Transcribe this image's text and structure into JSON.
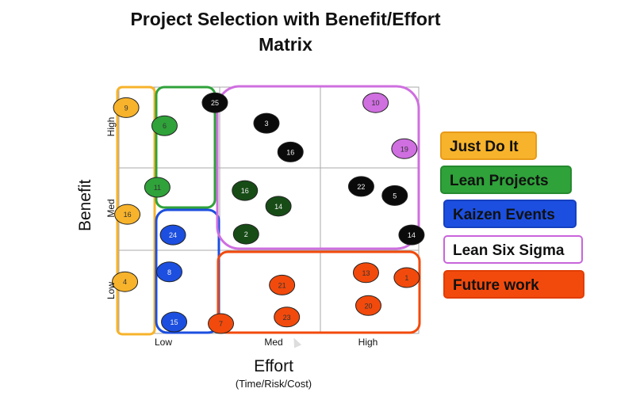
{
  "title": {
    "line1": "Project Selection with Benefit/Effort",
    "line2": "Matrix"
  },
  "axes": {
    "y_label": "Benefit",
    "y_ticks": [
      "High",
      "Med",
      "Low"
    ],
    "x_label": "Effort",
    "x_sublabel": "(Time/Risk/Cost)",
    "x_ticks": [
      "Low",
      "Med",
      "High"
    ]
  },
  "colors": {
    "just_do_it": "#f7b32b",
    "lean_projects": "#2fa23a",
    "kaizen_events": "#1c4fe0",
    "lean_six_sigma": "#cf6fe0",
    "future_work": "#f24a0c",
    "black": "#0a0a0a",
    "dark_green": "#174c17"
  },
  "legend": [
    {
      "label": "Just Do It",
      "bg": "#f7b32b",
      "border": "#e89a1a"
    },
    {
      "label": "Lean Projects",
      "bg": "#2fa23a",
      "border": "#268a2f"
    },
    {
      "label": "Kaizen Events",
      "bg": "#1c4fe0",
      "border": "#1540c0"
    },
    {
      "label": "Lean Six Sigma",
      "bg": "#ffffff",
      "border": "#c964dc"
    },
    {
      "label": "Future work",
      "bg": "#f24a0c",
      "border": "#e03e06"
    }
  ],
  "projects": [
    {
      "id": "9",
      "color": "#f7b32b",
      "effort": 0.06,
      "benefit": 2.75
    },
    {
      "id": "16",
      "color": "#f7b32b",
      "effort": 0.07,
      "benefit": 1.45
    },
    {
      "id": "4",
      "color": "#f7b32b",
      "effort": 0.05,
      "benefit": 0.63
    },
    {
      "id": "6",
      "color": "#2fa23a",
      "effort": 0.38,
      "benefit": 2.53
    },
    {
      "id": "11",
      "color": "#2fa23a",
      "effort": 0.32,
      "benefit": 1.78
    },
    {
      "id": "24",
      "color": "#1c4fe0",
      "effort": 0.45,
      "benefit": 1.2
    },
    {
      "id": "8",
      "color": "#1c4fe0",
      "effort": 0.42,
      "benefit": 0.75
    },
    {
      "id": "15",
      "color": "#1c4fe0",
      "effort": 0.46,
      "benefit": 0.14
    },
    {
      "id": "25",
      "color": "#0a0a0a",
      "effort": 0.8,
      "benefit": 2.81
    },
    {
      "id": "3",
      "color": "#0a0a0a",
      "effort": 1.23,
      "benefit": 2.56
    },
    {
      "id": "16",
      "color": "#0a0a0a",
      "effort": 1.43,
      "benefit": 2.21
    },
    {
      "id": "10",
      "color": "#cf6fe0",
      "effort": 2.14,
      "benefit": 2.81
    },
    {
      "id": "19",
      "color": "#cf6fe0",
      "effort": 2.38,
      "benefit": 2.25
    },
    {
      "id": "16",
      "color": "#174c17",
      "effort": 1.05,
      "benefit": 1.74
    },
    {
      "id": "14",
      "color": "#174c17",
      "effort": 1.33,
      "benefit": 1.55
    },
    {
      "id": "2",
      "color": "#174c17",
      "effort": 1.06,
      "benefit": 1.21
    },
    {
      "id": "22",
      "color": "#0a0a0a",
      "effort": 2.02,
      "benefit": 1.79
    },
    {
      "id": "5",
      "color": "#0a0a0a",
      "effort": 2.3,
      "benefit": 1.68
    },
    {
      "id": "14",
      "color": "#0a0a0a",
      "effort": 2.44,
      "benefit": 1.2
    },
    {
      "id": "13",
      "color": "#f24a0c",
      "effort": 2.06,
      "benefit": 0.74
    },
    {
      "id": "1",
      "color": "#f24a0c",
      "effort": 2.4,
      "benefit": 0.68
    },
    {
      "id": "20",
      "color": "#f24a0c",
      "effort": 2.08,
      "benefit": 0.34
    },
    {
      "id": "21",
      "color": "#f24a0c",
      "effort": 1.36,
      "benefit": 0.59
    },
    {
      "id": "23",
      "color": "#f24a0c",
      "effort": 1.4,
      "benefit": 0.2
    },
    {
      "id": "7",
      "color": "#f24a0c",
      "effort": 0.85,
      "benefit": 0.12
    }
  ]
}
